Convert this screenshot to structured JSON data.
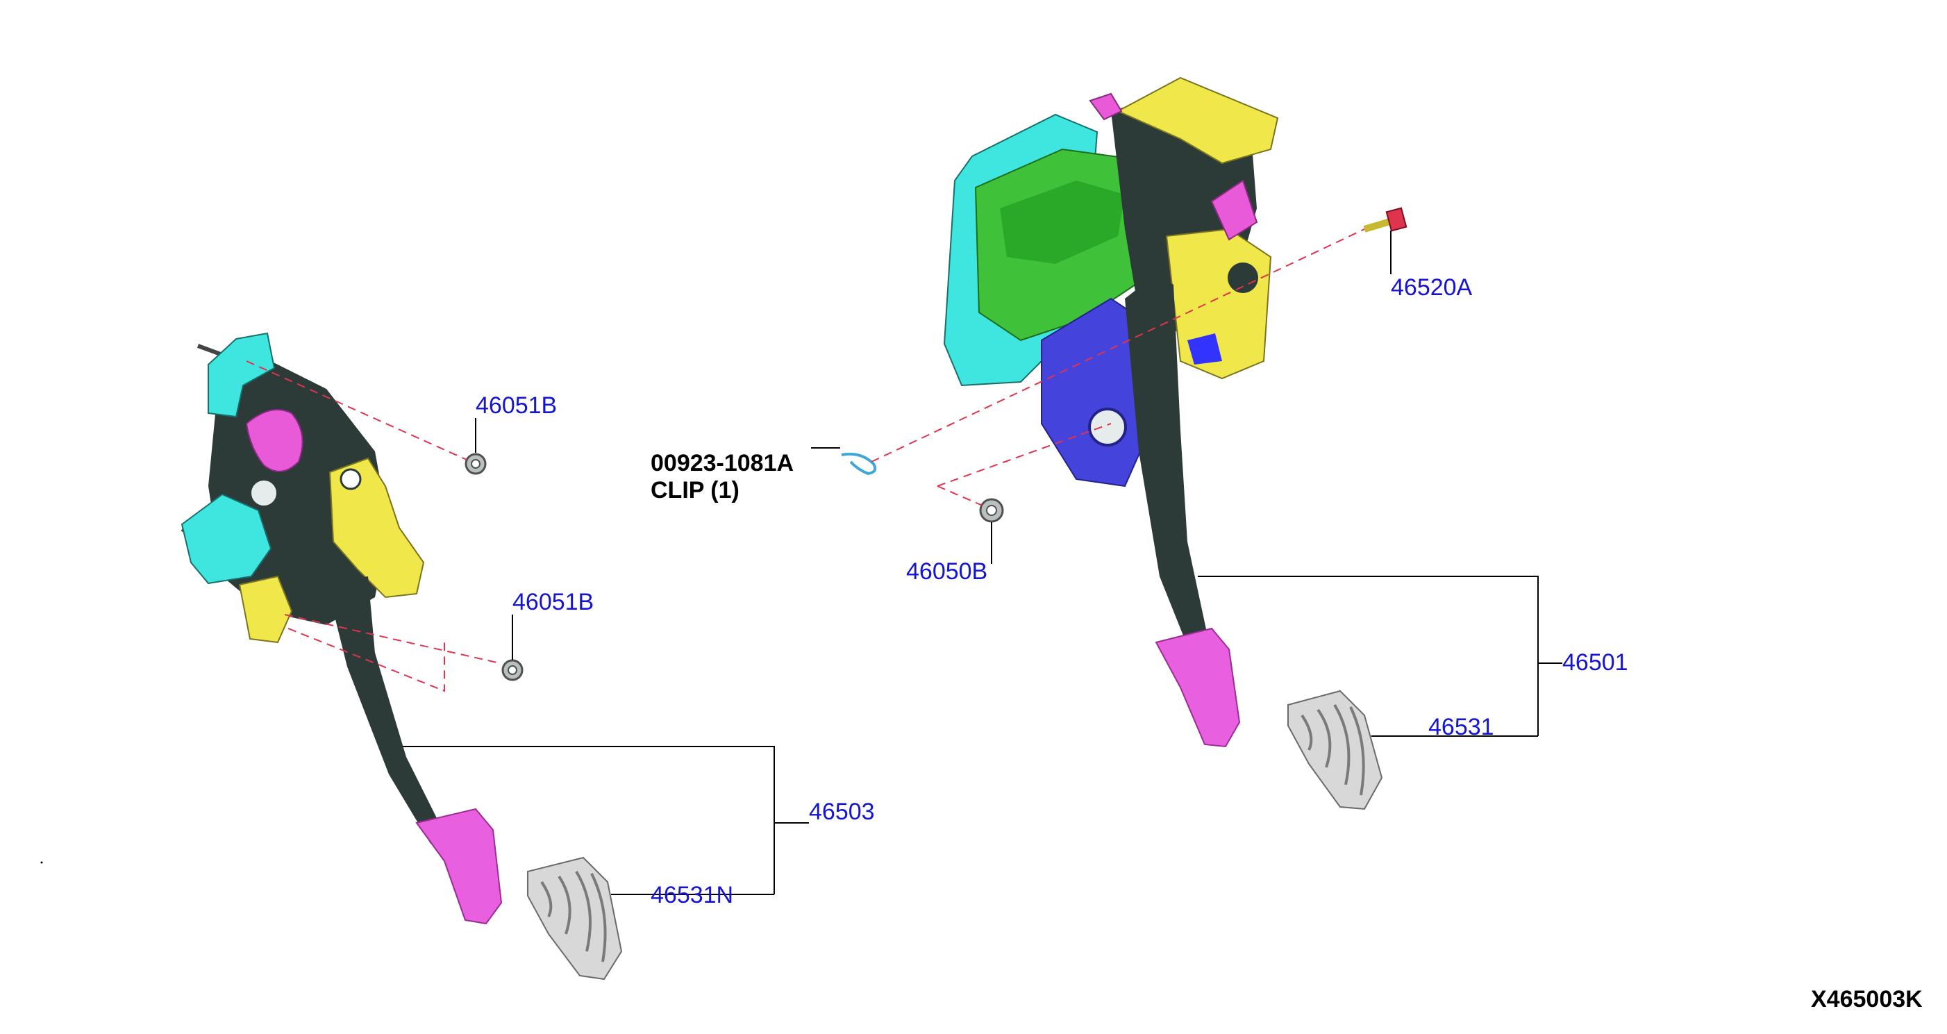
{
  "diagram_code": "X465003K",
  "colors": {
    "label": "#1414d2",
    "leader": "#000000",
    "dashed": "#e0344e",
    "cyan": "#3fe6e0",
    "yellow": "#f0e84a",
    "magenta": "#e85ad8",
    "green": "#3fc23a",
    "blue": "#4444dd",
    "dark": "#2c3b38",
    "pad": "#e860e0",
    "cover": "#d8d8d8"
  },
  "icons": [
    "clutch-pedal-assembly-icon",
    "brake-pedal-assembly-icon",
    "rubber-pedal-cover-icon",
    "nut-icon",
    "bolt-icon",
    "clip-icon"
  ],
  "labels": {
    "p46051B_a": "46051B",
    "p46051B_b": "46051B",
    "p00923": "00923-1081A",
    "clip": "CLIP (1)",
    "p46050B": "46050B",
    "p46520A": "46520A",
    "p46501": "46501",
    "p46531": "46531",
    "p46503": "46503",
    "p46531N": "46531N"
  }
}
